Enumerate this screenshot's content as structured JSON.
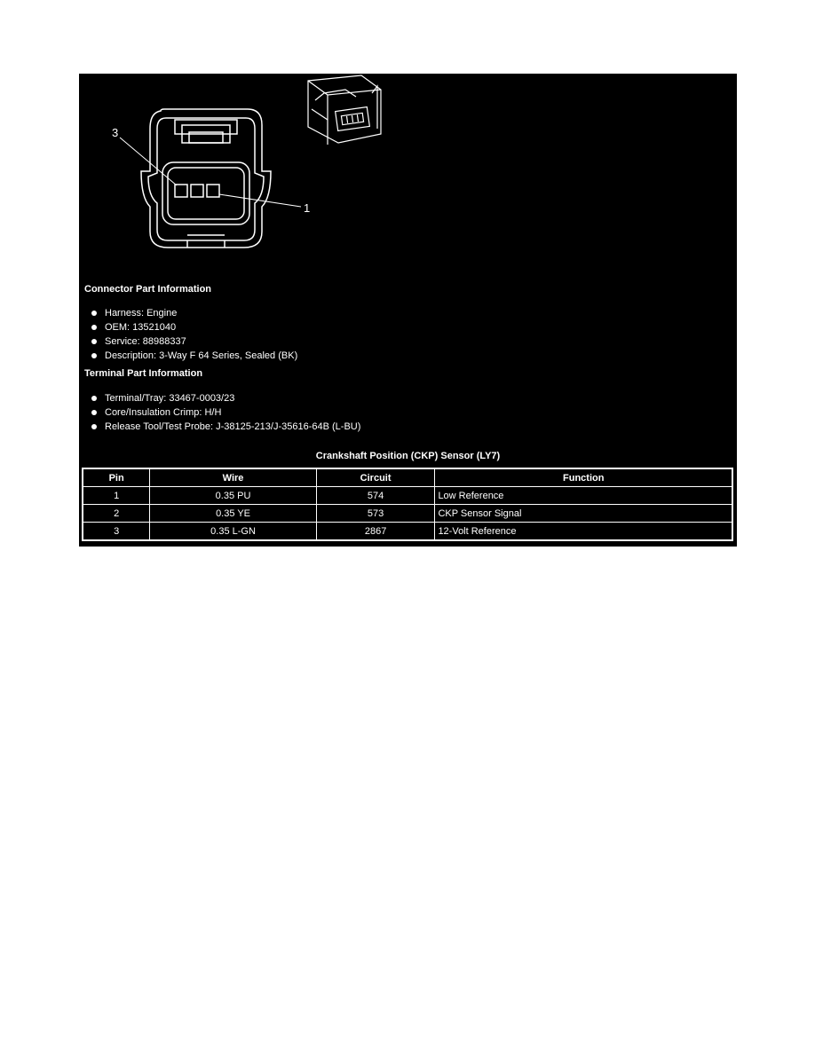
{
  "diagram": {
    "callouts": [
      "3",
      "1"
    ]
  },
  "connector_section": {
    "heading": "Connector Part Information",
    "items": [
      "Harness: Engine",
      "OEM: 13521040",
      "Service: 88988337",
      "Description: 3-Way F 64 Series, Sealed (BK)"
    ]
  },
  "terminal_section": {
    "heading": "Terminal Part Information",
    "items": [
      "Terminal/Tray: 33467-0003/23",
      "Core/Insulation Crimp: H/H",
      "Release Tool/Test Probe: J-38125-213/J-35616-64B (L-BU)"
    ]
  },
  "table": {
    "title": "Crankshaft Position (CKP) Sensor (LY7)",
    "headers": [
      "Pin",
      "Wire",
      "Circuit",
      "Function"
    ],
    "rows": [
      [
        "1",
        "0.35 PU",
        "574",
        "Low Reference"
      ],
      [
        "2",
        "0.35 YE",
        "573",
        "CKP Sensor Signal"
      ],
      [
        "3",
        "0.35 L-GN",
        "2867",
        "12-Volt Reference"
      ]
    ]
  }
}
